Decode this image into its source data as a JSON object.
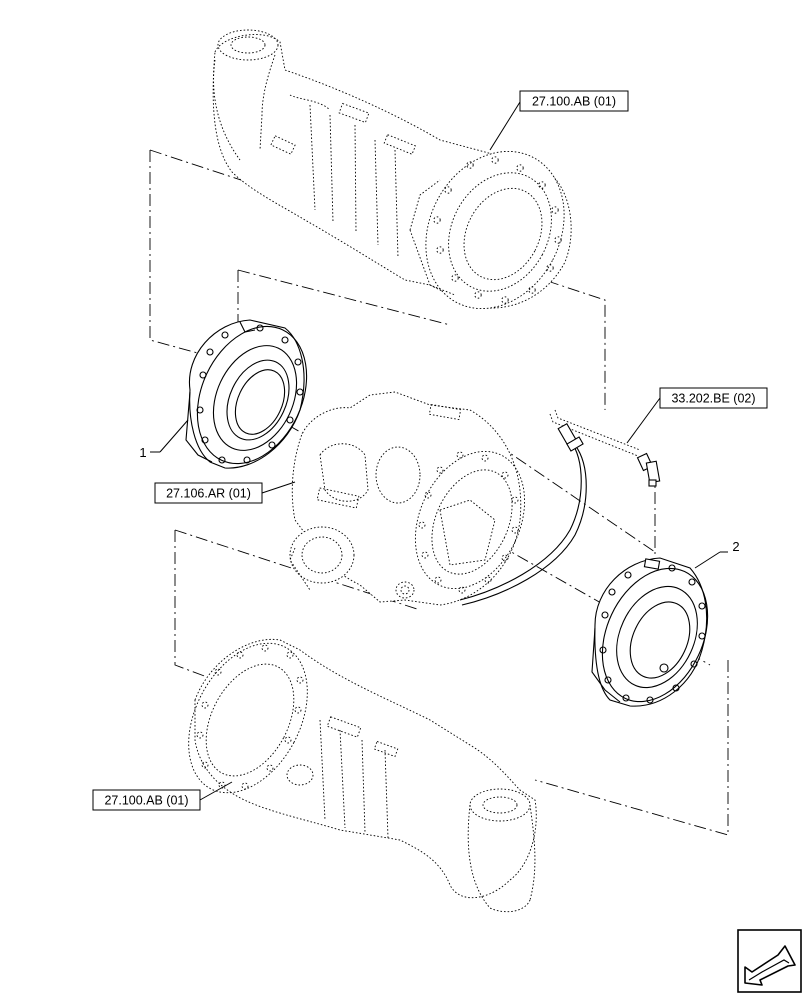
{
  "references": {
    "axle_housing_top": "27.100.AB (01)",
    "axle_housing_bottom": "27.100.AB (01)",
    "differential_carrier": "27.106.AR (01)",
    "breather_pipe": "33.202.BE (02)"
  },
  "callouts": {
    "item_1": "1",
    "item_2": "2"
  }
}
